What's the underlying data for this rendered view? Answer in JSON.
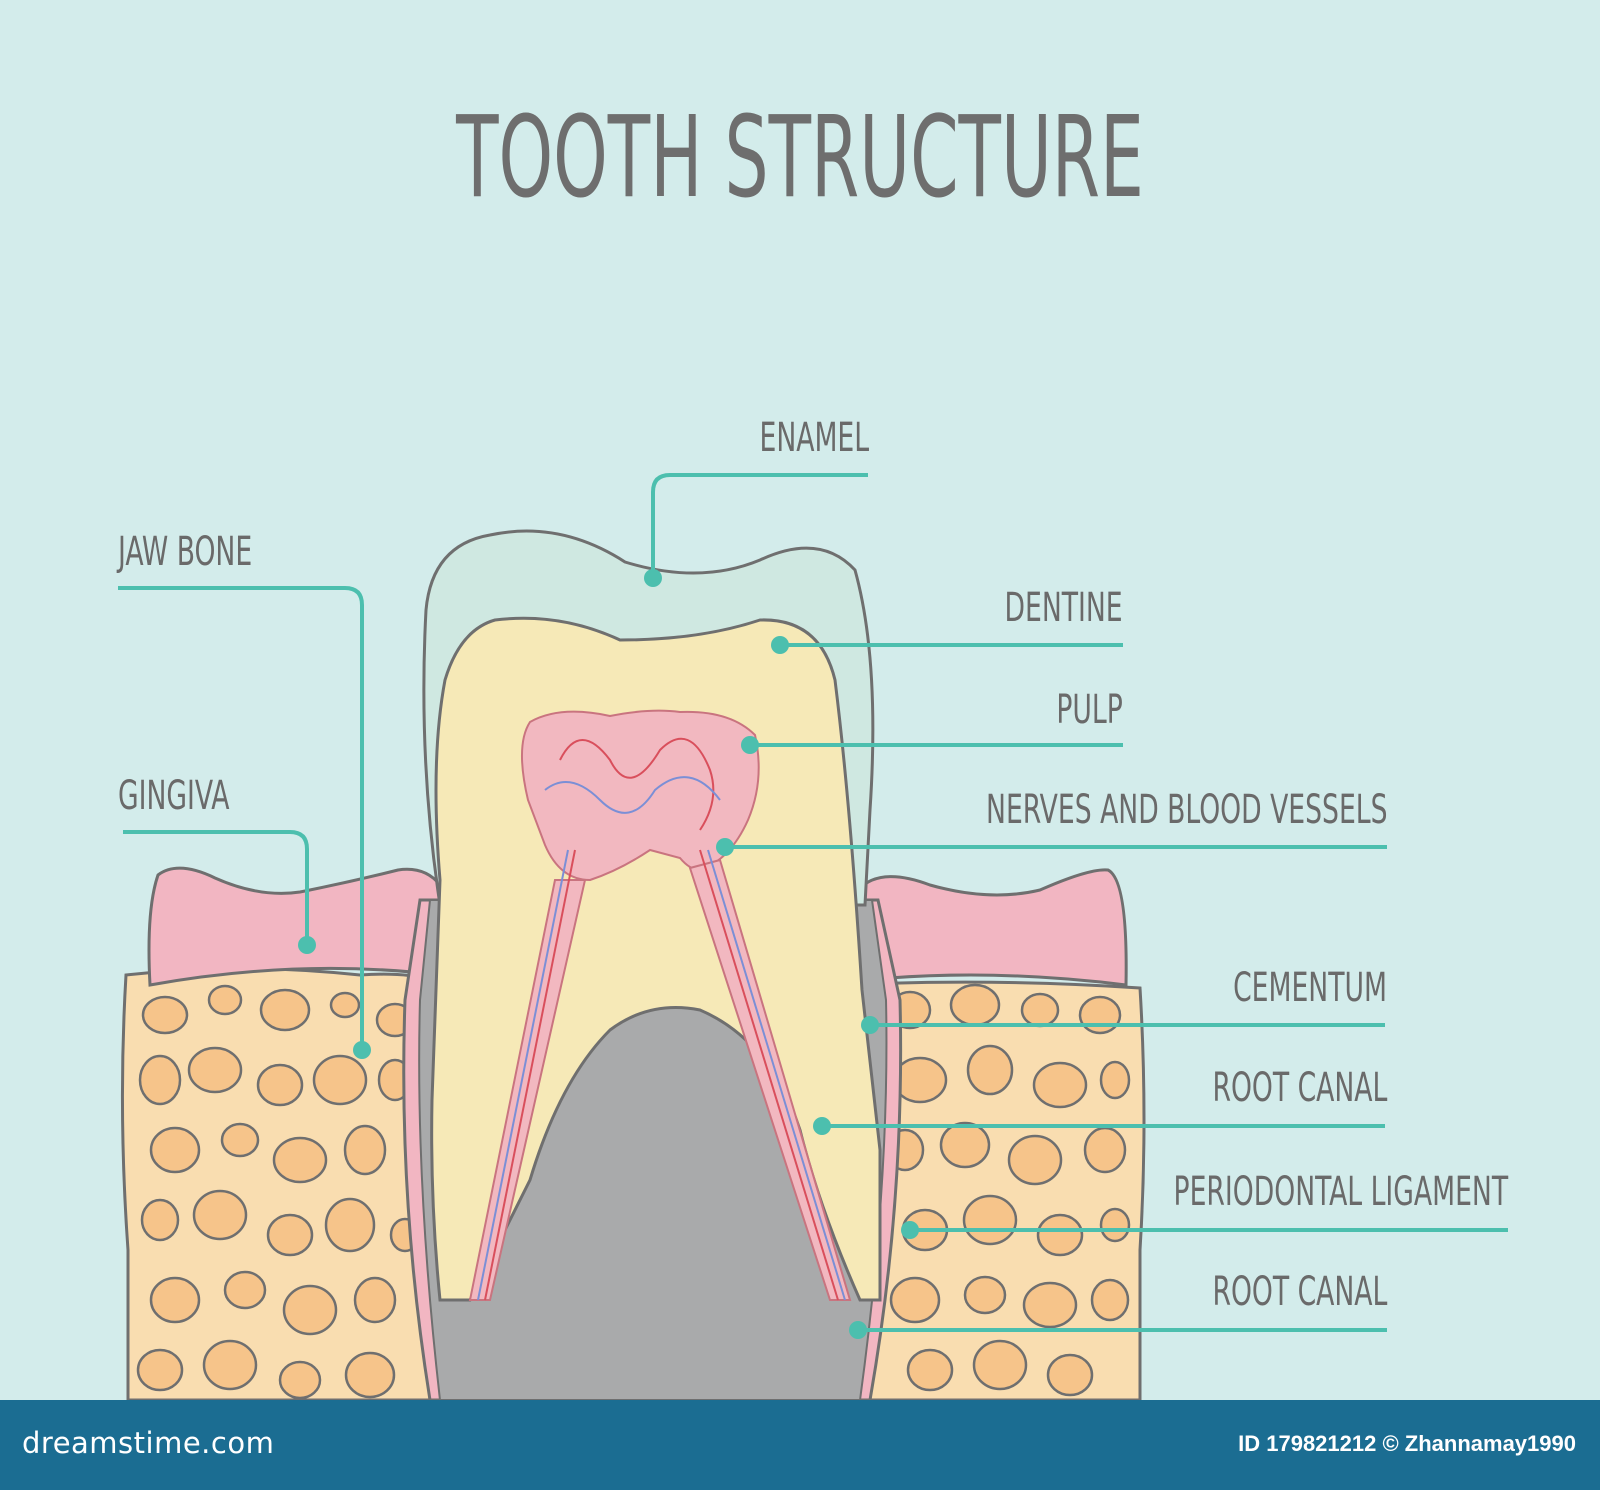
{
  "title": "TOOTH STRUCTURE",
  "labels": {
    "enamel": "ENAMEL",
    "jaw_bone": "JAW BONE",
    "dentine": "DENTINE",
    "pulp": "PULP",
    "gingiva": "GINGIVA",
    "nerves": "NERVES AND BLOOD VESSELS",
    "cementum": "CEMENTUM",
    "root_canal_1": "ROOT CANAL",
    "periodontal_ligament": "PERIODONTAL LIGAMENT",
    "root_canal_2": "ROOT CANAL"
  },
  "footer": {
    "brand": "dreamstime.com",
    "credit": "ID 179821212 © Zhannamay1990"
  },
  "colors": {
    "background": "#d3eceb",
    "leader_line": "#4cbfae",
    "enamel": "#cfe8e1",
    "dentine": "#f6e9b7",
    "pulp": "#f2b8c0",
    "gum": "#f2b6c2",
    "bone": "#f9ddb0",
    "bone_cell": "#f6c48a",
    "footer_bar": "#1b6d92"
  }
}
